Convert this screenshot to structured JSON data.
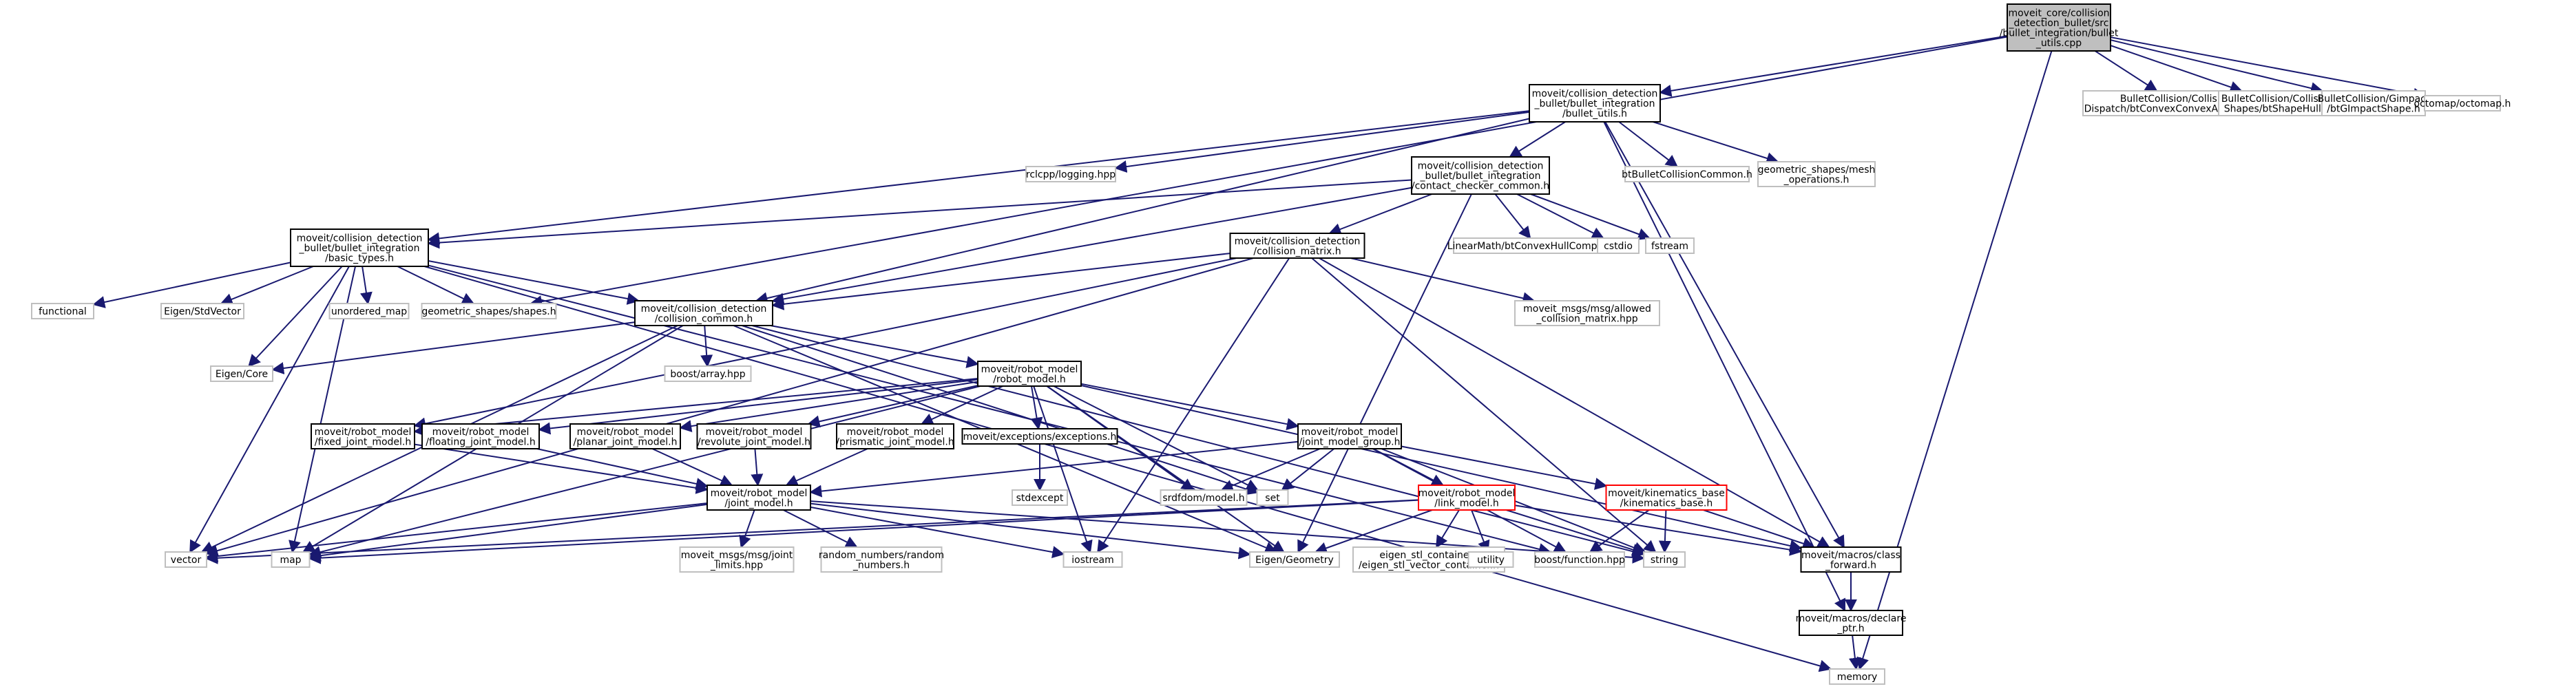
{
  "graph": {
    "nodes": [
      {
        "id": "root",
        "lines": [
          "moveit_core/collision",
          "_detection_bullet/src",
          "/bullet_integration/bullet",
          "_utils.cpp"
        ],
        "style": "root"
      },
      {
        "id": "bullet_utils_h",
        "lines": [
          "moveit/collision_detection",
          "_bullet/bullet_integration",
          "/bullet_utils.h"
        ],
        "style": "black"
      },
      {
        "id": "btConvexConvex",
        "lines": [
          "BulletCollision/Collision",
          "Dispatch/btConvexConvexAlgorithm.h"
        ],
        "style": "gray"
      },
      {
        "id": "btShapeHull",
        "lines": [
          "BulletCollision/Collision",
          "Shapes/btShapeHull.h"
        ],
        "style": "gray"
      },
      {
        "id": "btGimpact",
        "lines": [
          "BulletCollision/Gimpact",
          "/btGImpactShape.h"
        ],
        "style": "gray"
      },
      {
        "id": "octomap",
        "lines": [
          "octomap/octomap.h"
        ],
        "style": "gray"
      },
      {
        "id": "rclcpp_logging",
        "lines": [
          "rclcpp/logging.hpp"
        ],
        "style": "gray"
      },
      {
        "id": "contact_checker",
        "lines": [
          "moveit/collision_detection",
          "_bullet/bullet_integration",
          "/contact_checker_common.h"
        ],
        "style": "black"
      },
      {
        "id": "btBulletCollisionCommon",
        "lines": [
          "btBulletCollisionCommon.h"
        ],
        "style": "gray"
      },
      {
        "id": "mesh_operations",
        "lines": [
          "geometric_shapes/mesh",
          "_operations.h"
        ],
        "style": "gray"
      },
      {
        "id": "basic_types",
        "lines": [
          "moveit/collision_detection",
          "_bullet/bullet_integration",
          "/basic_types.h"
        ],
        "style": "black"
      },
      {
        "id": "collision_matrix",
        "lines": [
          "moveit/collision_detection",
          "/collision_matrix.h"
        ],
        "style": "black"
      },
      {
        "id": "btConvexHullComputer",
        "lines": [
          "LinearMath/btConvexHullComputer.h"
        ],
        "style": "gray"
      },
      {
        "id": "cstdio",
        "lines": [
          "cstdio"
        ],
        "style": "gray"
      },
      {
        "id": "fstream",
        "lines": [
          "fstream"
        ],
        "style": "gray"
      },
      {
        "id": "functional",
        "lines": [
          "functional"
        ],
        "style": "gray"
      },
      {
        "id": "eigen_stdvector",
        "lines": [
          "Eigen/StdVector"
        ],
        "style": "gray"
      },
      {
        "id": "unordered_map",
        "lines": [
          "unordered_map"
        ],
        "style": "gray"
      },
      {
        "id": "shapes_h",
        "lines": [
          "geometric_shapes/shapes.h"
        ],
        "style": "gray"
      },
      {
        "id": "collision_common",
        "lines": [
          "moveit/collision_detection",
          "/collision_common.h"
        ],
        "style": "black"
      },
      {
        "id": "allowed_cm",
        "lines": [
          "moveit_msgs/msg/allowed",
          "_collision_matrix.hpp"
        ],
        "style": "gray"
      },
      {
        "id": "eigen_core",
        "lines": [
          "Eigen/Core"
        ],
        "style": "gray"
      },
      {
        "id": "boost_array",
        "lines": [
          "boost/array.hpp"
        ],
        "style": "gray"
      },
      {
        "id": "robot_model",
        "lines": [
          "moveit/robot_model",
          "/robot_model.h"
        ],
        "style": "black"
      },
      {
        "id": "fixed_joint",
        "lines": [
          "moveit/robot_model",
          "/fixed_joint_model.h"
        ],
        "style": "black"
      },
      {
        "id": "floating_joint",
        "lines": [
          "moveit/robot_model",
          "/floating_joint_model.h"
        ],
        "style": "black"
      },
      {
        "id": "planar_joint",
        "lines": [
          "moveit/robot_model",
          "/planar_joint_model.h"
        ],
        "style": "black"
      },
      {
        "id": "revolute_joint",
        "lines": [
          "moveit/robot_model",
          "/revolute_joint_model.h"
        ],
        "style": "black"
      },
      {
        "id": "prismatic_joint",
        "lines": [
          "moveit/robot_model",
          "/prismatic_joint_model.h"
        ],
        "style": "black"
      },
      {
        "id": "exceptions",
        "lines": [
          "moveit/exceptions/exceptions.h"
        ],
        "style": "black"
      },
      {
        "id": "joint_model_group",
        "lines": [
          "moveit/robot_model",
          "/joint_model_group.h"
        ],
        "style": "black"
      },
      {
        "id": "stdexcept",
        "lines": [
          "stdexcept"
        ],
        "style": "gray"
      },
      {
        "id": "srdfdom",
        "lines": [
          "srdfdom/model.h"
        ],
        "style": "gray"
      },
      {
        "id": "set",
        "lines": [
          "set"
        ],
        "style": "gray"
      },
      {
        "id": "kinematics_base",
        "lines": [
          "moveit/kinematics_base",
          "/kinematics_base.h"
        ],
        "style": "red"
      },
      {
        "id": "joint_model",
        "lines": [
          "moveit/robot_model",
          "/joint_model.h"
        ],
        "style": "black"
      },
      {
        "id": "link_model",
        "lines": [
          "moveit/robot_model",
          "/link_model.h"
        ],
        "style": "red"
      },
      {
        "id": "vector",
        "lines": [
          "vector"
        ],
        "style": "gray"
      },
      {
        "id": "map",
        "lines": [
          "map"
        ],
        "style": "gray"
      },
      {
        "id": "joint_limits",
        "lines": [
          "moveit_msgs/msg/joint",
          "_limits.hpp"
        ],
        "style": "gray"
      },
      {
        "id": "random_numbers",
        "lines": [
          "random_numbers/random",
          "_numbers.h"
        ],
        "style": "gray"
      },
      {
        "id": "iostream",
        "lines": [
          "iostream"
        ],
        "style": "gray"
      },
      {
        "id": "eigen_geometry",
        "lines": [
          "Eigen/Geometry"
        ],
        "style": "gray"
      },
      {
        "id": "eigen_stl",
        "lines": [
          "eigen_stl_containers",
          "/eigen_stl_vector_container.h"
        ],
        "style": "gray"
      },
      {
        "id": "utility",
        "lines": [
          "utility"
        ],
        "style": "gray"
      },
      {
        "id": "boost_function",
        "lines": [
          "boost/function.hpp"
        ],
        "style": "gray"
      },
      {
        "id": "string",
        "lines": [
          "string"
        ],
        "style": "gray"
      },
      {
        "id": "class_forward",
        "lines": [
          "moveit/macros/class",
          "_forward.h"
        ],
        "style": "black"
      },
      {
        "id": "declare_ptr",
        "lines": [
          "moveit/macros/declare",
          "_ptr.h"
        ],
        "style": "black"
      },
      {
        "id": "memory",
        "lines": [
          "memory"
        ],
        "style": "gray"
      }
    ],
    "edges": [
      [
        "root",
        "bullet_utils_h"
      ],
      [
        "root",
        "btConvexConvex"
      ],
      [
        "root",
        "btShapeHull"
      ],
      [
        "root",
        "btGimpact"
      ],
      [
        "root",
        "octomap"
      ],
      [
        "root",
        "shapes_h"
      ],
      [
        "root",
        "memory"
      ],
      [
        "bullet_utils_h",
        "rclcpp_logging"
      ],
      [
        "bullet_utils_h",
        "contact_checker"
      ],
      [
        "bullet_utils_h",
        "btBulletCollisionCommon"
      ],
      [
        "bullet_utils_h",
        "mesh_operations"
      ],
      [
        "bullet_utils_h",
        "basic_types"
      ],
      [
        "bullet_utils_h",
        "collision_common"
      ],
      [
        "bullet_utils_h",
        "class_forward"
      ],
      [
        "bullet_utils_h",
        "declare_ptr"
      ],
      [
        "contact_checker",
        "basic_types"
      ],
      [
        "contact_checker",
        "collision_matrix"
      ],
      [
        "contact_checker",
        "btConvexHullComputer"
      ],
      [
        "contact_checker",
        "cstdio"
      ],
      [
        "contact_checker",
        "fstream"
      ],
      [
        "contact_checker",
        "collision_common"
      ],
      [
        "contact_checker",
        "eigen_geometry"
      ],
      [
        "basic_types",
        "functional"
      ],
      [
        "basic_types",
        "eigen_stdvector"
      ],
      [
        "basic_types",
        "unordered_map"
      ],
      [
        "basic_types",
        "shapes_h"
      ],
      [
        "basic_types",
        "collision_common"
      ],
      [
        "basic_types",
        "vector"
      ],
      [
        "basic_types",
        "map"
      ],
      [
        "basic_types",
        "eigen_core"
      ],
      [
        "basic_types",
        "memory"
      ],
      [
        "basic_types",
        "boost_function"
      ],
      [
        "collision_matrix",
        "collision_common"
      ],
      [
        "collision_matrix",
        "allowed_cm"
      ],
      [
        "collision_matrix",
        "string"
      ],
      [
        "collision_matrix",
        "class_forward"
      ],
      [
        "collision_matrix",
        "iostream"
      ],
      [
        "collision_matrix",
        "vector"
      ],
      [
        "collision_matrix",
        "fixed_joint"
      ],
      [
        "collision_common",
        "eigen_core"
      ],
      [
        "collision_common",
        "boost_array"
      ],
      [
        "collision_common",
        "robot_model"
      ],
      [
        "collision_common",
        "set"
      ],
      [
        "collision_common",
        "map"
      ],
      [
        "collision_common",
        "vector"
      ],
      [
        "collision_common",
        "string"
      ],
      [
        "collision_common",
        "eigen_geometry"
      ],
      [
        "robot_model",
        "fixed_joint"
      ],
      [
        "robot_model",
        "floating_joint"
      ],
      [
        "robot_model",
        "planar_joint"
      ],
      [
        "robot_model",
        "revolute_joint"
      ],
      [
        "robot_model",
        "prismatic_joint"
      ],
      [
        "robot_model",
        "exceptions"
      ],
      [
        "robot_model",
        "joint_model_group"
      ],
      [
        "robot_model",
        "srdfdom"
      ],
      [
        "robot_model",
        "iostream"
      ],
      [
        "robot_model",
        "eigen_geometry"
      ],
      [
        "robot_model",
        "map"
      ],
      [
        "robot_model",
        "set"
      ],
      [
        "robot_model",
        "class_forward"
      ],
      [
        "fixed_joint",
        "joint_model"
      ],
      [
        "floating_joint",
        "joint_model"
      ],
      [
        "planar_joint",
        "joint_model"
      ],
      [
        "revolute_joint",
        "joint_model"
      ],
      [
        "prismatic_joint",
        "joint_model"
      ],
      [
        "exceptions",
        "stdexcept"
      ],
      [
        "joint_model_group",
        "joint_model"
      ],
      [
        "joint_model_group",
        "link_model"
      ],
      [
        "joint_model_group",
        "kinematics_base"
      ],
      [
        "joint_model_group",
        "srdfdom"
      ],
      [
        "joint_model_group",
        "set"
      ],
      [
        "joint_model_group",
        "boost_function"
      ],
      [
        "joint_model_group",
        "string"
      ],
      [
        "kinematics_base",
        "class_forward"
      ],
      [
        "kinematics_base",
        "string"
      ],
      [
        "kinematics_base",
        "boost_function"
      ],
      [
        "joint_model",
        "vector"
      ],
      [
        "joint_model",
        "map"
      ],
      [
        "joint_model",
        "joint_limits"
      ],
      [
        "joint_model",
        "random_numbers"
      ],
      [
        "joint_model",
        "iostream"
      ],
      [
        "joint_model",
        "eigen_geometry"
      ],
      [
        "joint_model",
        "string"
      ],
      [
        "link_model",
        "vector"
      ],
      [
        "link_model",
        "map"
      ],
      [
        "link_model",
        "eigen_geometry"
      ],
      [
        "link_model",
        "eigen_stl"
      ],
      [
        "link_model",
        "utility"
      ],
      [
        "link_model",
        "string"
      ],
      [
        "link_model",
        "class_forward"
      ],
      [
        "class_forward",
        "declare_ptr"
      ],
      [
        "declare_ptr",
        "memory"
      ]
    ]
  },
  "colors": {
    "edge": "#191970",
    "black_border": "#000000",
    "gray_border": "#bfbfbf",
    "red_border": "#ff0000",
    "root_fill": "#bfbfbf",
    "fill": "#ffffff"
  }
}
